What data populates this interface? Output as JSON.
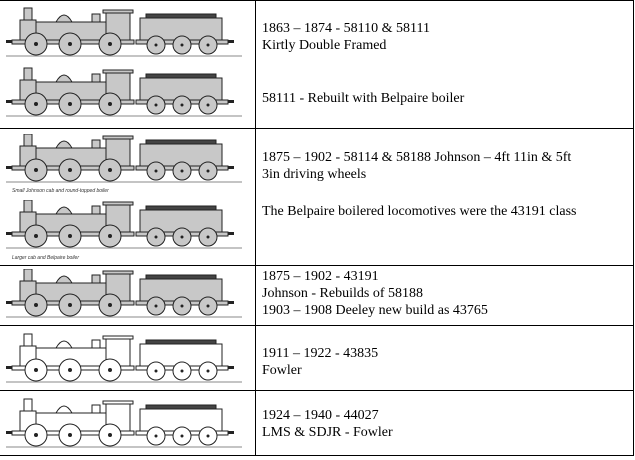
{
  "rows": [
    {
      "lines": [
        "1863 – 1874  -  58110 & 58111",
        "Kirtly Double Framed"
      ],
      "note": "58111 - Rebuilt with Belpaire boiler",
      "images": [
        "locomotive-kirtley-double-framed",
        "locomotive-58111-belpaire"
      ],
      "style": "shaded"
    },
    {
      "lines": [
        "1875 – 1902  -  58114 & 58188 Johnson – 4ft 11in & 5ft",
        "3in driving wheels"
      ],
      "note": "The Belpaire boilered locomotives were the 43191 class",
      "captions": [
        "Small Johnson cab and round-topped boiler",
        "Larger cab and Belpaire boiler"
      ],
      "style": "shaded"
    },
    {
      "lines": [
        "1875 – 1902  -  43191",
        "Johnson  - Rebuilds of 58188",
        "1903 – 1908 Deeley new build as 43765"
      ],
      "style": "shaded"
    },
    {
      "lines": [
        "1911 – 1922  -  43835",
        "Fowler"
      ],
      "style": "outline"
    },
    {
      "lines": [
        "1924 – 1940  -  44027",
        "LMS & SDJR - Fowler"
      ],
      "style": "outline"
    }
  ],
  "colors": {
    "border": "#000000",
    "loco_fill": "#c8c8c8",
    "outline_fill": "#ffffff"
  }
}
